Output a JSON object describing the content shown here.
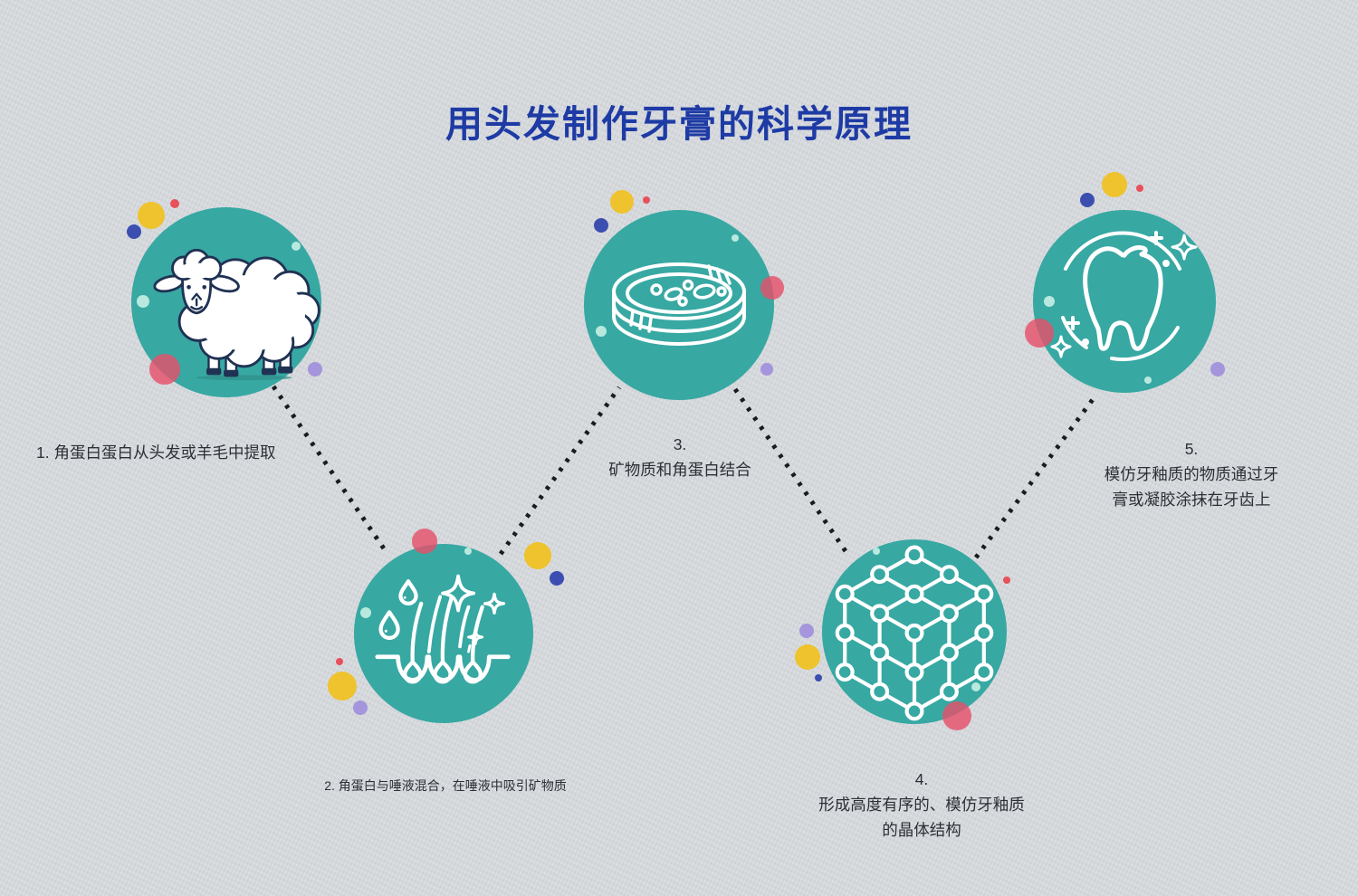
{
  "title": "用头发制作牙膏的科学原理",
  "palette": {
    "background": "#d7dadd",
    "bubble_teal": "#38a8a3",
    "title_blue": "#1e3ba5",
    "caption_dark": "#2b3036",
    "dot_yellow": "#eec32d",
    "dot_blue": "#3c4fb1",
    "dot_red": "#e8505b",
    "dot_pink": "#e5506a",
    "dot_cyan": "#b9e9de",
    "dot_purple": "#a495dc",
    "icon_line_white": "#ffffff",
    "sheep_outline_navy": "#203253",
    "connector_black": "#1a1a1f"
  },
  "steps": [
    {
      "icon": "sheep-icon",
      "caption": "1. 角蛋白蛋白从头发或羊毛中提取"
    },
    {
      "icon": "hair-follicle-icon",
      "caption": "2. 角蛋白与唾液混合，在唾液中吸引矿物质"
    },
    {
      "icon": "petri-dish-icon",
      "number": "3.",
      "line1": "矿物质和角蛋白结合"
    },
    {
      "icon": "crystal-lattice-icon",
      "number": "4.",
      "line1": "形成高度有序的、模仿牙釉质",
      "line2": "的晶体结构"
    },
    {
      "icon": "tooth-icon",
      "number": "5.",
      "line1": "模仿牙釉质的物质通过牙",
      "line2": "膏或凝胶涂抹在牙齿上"
    }
  ]
}
